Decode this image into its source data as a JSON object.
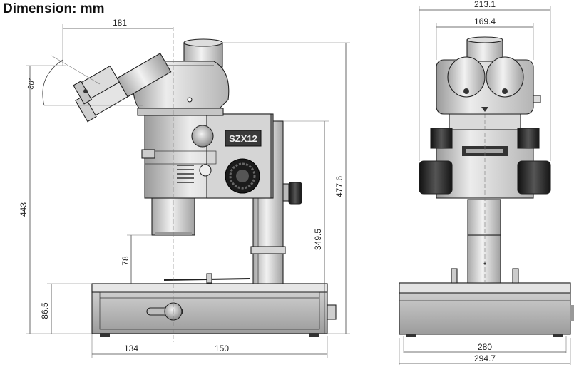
{
  "title": "Dimension: mm",
  "model_label": "SZX12",
  "side_view": {
    "dims": {
      "top_width": "181",
      "eyepiece_angle": "30°",
      "total_height": "443",
      "column_height": "477.6",
      "stage_height": "349.5",
      "working": "78",
      "base_height": "86.5",
      "base_left": "134",
      "base_right": "150"
    }
  },
  "front_view": {
    "dims": {
      "outer_width": "213.1",
      "inner_width": "169.4",
      "base_inner": "280",
      "base_outer": "294.7"
    }
  },
  "colors": {
    "body_light": "#e3e3e3",
    "body_mid": "#b9b9b9",
    "body_dark": "#2a2a2a",
    "line": "#222222"
  }
}
